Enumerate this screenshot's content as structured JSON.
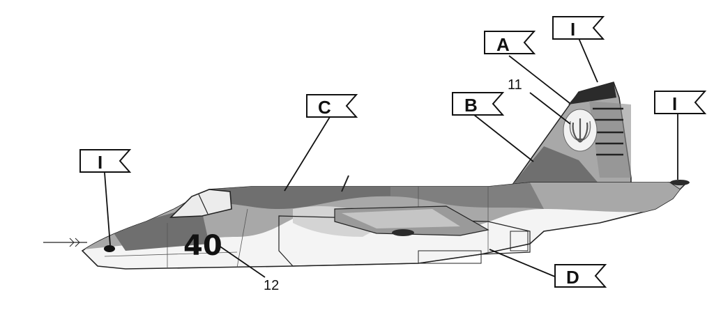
{
  "callouts": {
    "A": "A",
    "B": "B",
    "C": "C",
    "D": "D",
    "I_top": "I",
    "I_fin": "I",
    "I_nose": "I"
  },
  "numbers": {
    "n11": "11",
    "n12": "12",
    "tail_number": "40"
  },
  "colors": {
    "dark_camo": "#6f6f6f",
    "mid_camo": "#a8a8a8",
    "light_camo": "#d4d4d4",
    "underside": "#f4f4f4",
    "outline": "#222222"
  },
  "emblem": "trident-icon"
}
